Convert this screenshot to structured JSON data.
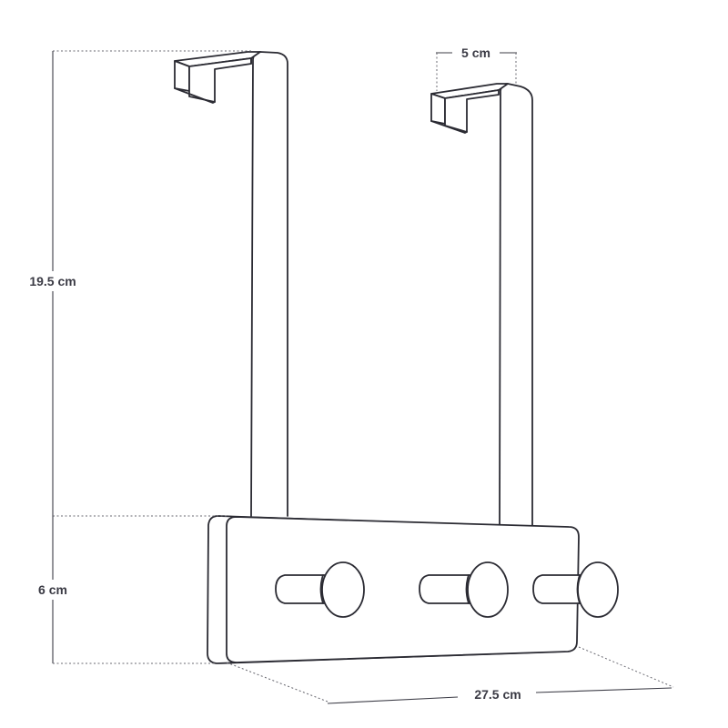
{
  "dimensions": {
    "height_upper": "19.5 cm",
    "height_lower": "6 cm",
    "hook_width": "5 cm",
    "length": "27.5 cm"
  },
  "colors": {
    "stroke": "#2b2b33",
    "label": "#3a3a44",
    "background": "#ffffff"
  }
}
